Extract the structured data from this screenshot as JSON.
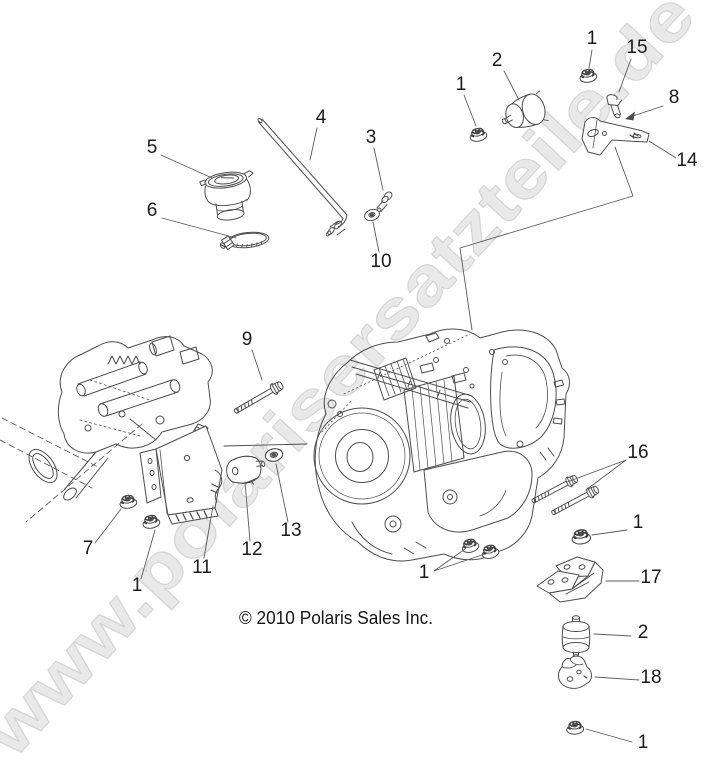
{
  "watermark": {
    "text": "www.polarisersatzteile.de"
  },
  "copyright": {
    "text": "© 2010 Polaris Sales Inc."
  },
  "colors": {
    "background": "#ffffff",
    "line_art": "#4d4d4d",
    "label_text": "#1b1b1b",
    "watermark_fill": "#e9e9e9",
    "watermark_stroke": "#d6d6d6"
  },
  "callouts": [
    {
      "n": "1"
    },
    {
      "n": "15"
    },
    {
      "n": "2"
    },
    {
      "n": "8"
    },
    {
      "n": "14"
    },
    {
      "n": "1"
    },
    {
      "n": "5"
    },
    {
      "n": "6"
    },
    {
      "n": "4"
    },
    {
      "n": "3"
    },
    {
      "n": "10"
    },
    {
      "n": "9"
    },
    {
      "n": "7"
    },
    {
      "n": "1"
    },
    {
      "n": "11"
    },
    {
      "n": "12"
    },
    {
      "n": "13"
    },
    {
      "n": "16"
    },
    {
      "n": "1"
    },
    {
      "n": "17"
    },
    {
      "n": "2"
    },
    {
      "n": "18"
    },
    {
      "n": "1"
    },
    {
      "n": "1"
    }
  ]
}
